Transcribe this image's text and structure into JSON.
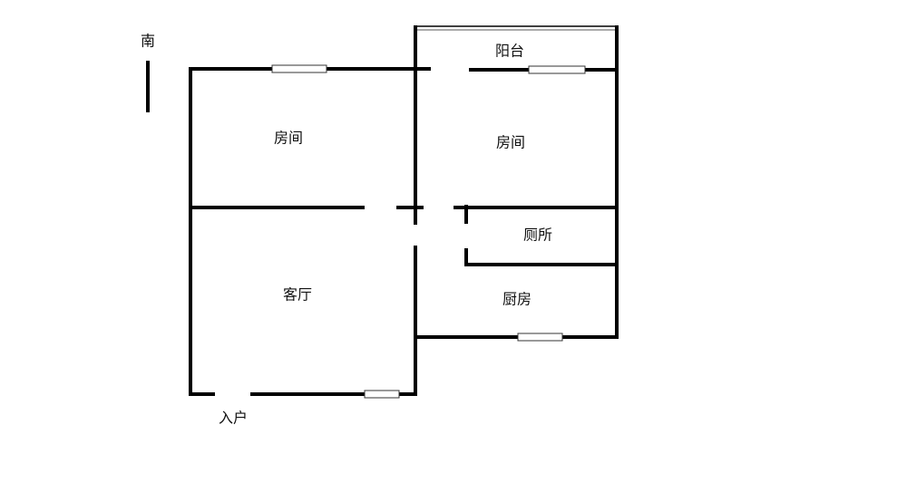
{
  "compass": {
    "label": "南"
  },
  "rooms": {
    "bedroom_left": "房间",
    "bedroom_right": "房间",
    "balcony": "阳台",
    "toilet": "厕所",
    "living_room": "客厅",
    "kitchen": "厨房",
    "entrance": "入户"
  },
  "colors": {
    "wall": "#000000",
    "background": "#ffffff"
  }
}
